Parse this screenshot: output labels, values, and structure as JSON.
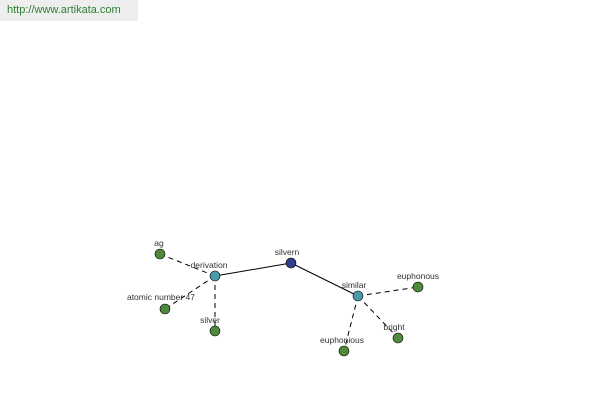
{
  "watermark": {
    "text": "http://www.artikata.com"
  },
  "colors": {
    "root": "#2c3f8c",
    "relation": "#4a9aa8",
    "leaf": "#4f8a3c"
  },
  "graph": {
    "nodes": [
      {
        "id": "silvern",
        "label": "silvern",
        "kind": "root"
      },
      {
        "id": "derivation",
        "label": "derivation",
        "kind": "relation"
      },
      {
        "id": "similar",
        "label": "similar",
        "kind": "relation"
      },
      {
        "id": "ag",
        "label": "ag",
        "kind": "leaf"
      },
      {
        "id": "atomic-number-47",
        "label": "atomic number 47",
        "kind": "leaf"
      },
      {
        "id": "silver",
        "label": "silver",
        "kind": "leaf"
      },
      {
        "id": "euphonous",
        "label": "euphonous",
        "kind": "leaf"
      },
      {
        "id": "bright",
        "label": "bright",
        "kind": "leaf"
      },
      {
        "id": "euphonious",
        "label": "euphonious",
        "kind": "leaf"
      }
    ],
    "edges": [
      {
        "from": "silvern",
        "to": "derivation",
        "style": "solid"
      },
      {
        "from": "silvern",
        "to": "similar",
        "style": "solid"
      },
      {
        "from": "derivation",
        "to": "ag",
        "style": "dashed"
      },
      {
        "from": "derivation",
        "to": "atomic-number-47",
        "style": "dashed"
      },
      {
        "from": "derivation",
        "to": "silver",
        "style": "dashed"
      },
      {
        "from": "similar",
        "to": "euphonous",
        "style": "dashed"
      },
      {
        "from": "similar",
        "to": "bright",
        "style": "dashed"
      },
      {
        "from": "similar",
        "to": "euphonious",
        "style": "dashed"
      }
    ]
  }
}
